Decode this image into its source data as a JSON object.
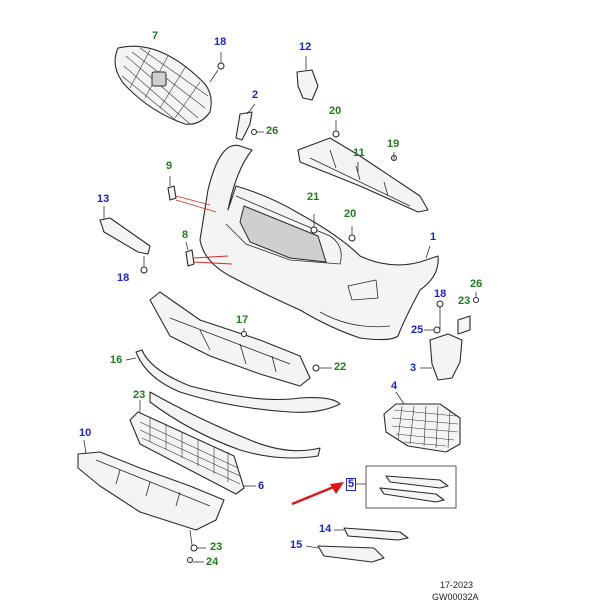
{
  "callouts": [
    {
      "id": "c7",
      "label": "7",
      "color": "green"
    },
    {
      "id": "c18a",
      "label": "18",
      "color": "blue"
    },
    {
      "id": "c12",
      "label": "12",
      "color": "blue"
    },
    {
      "id": "c2",
      "label": "2",
      "color": "blue"
    },
    {
      "id": "c26a",
      "label": "26",
      "color": "green"
    },
    {
      "id": "c20a",
      "label": "20",
      "color": "green"
    },
    {
      "id": "c11",
      "label": "11",
      "color": "green"
    },
    {
      "id": "c19",
      "label": "19",
      "color": "green"
    },
    {
      "id": "c9",
      "label": "9",
      "color": "green"
    },
    {
      "id": "c21",
      "label": "21",
      "color": "green"
    },
    {
      "id": "c20b",
      "label": "20",
      "color": "green"
    },
    {
      "id": "c13",
      "label": "13",
      "color": "blue"
    },
    {
      "id": "c8",
      "label": "8",
      "color": "green"
    },
    {
      "id": "c1",
      "label": "1",
      "color": "blue"
    },
    {
      "id": "c18b",
      "label": "18",
      "color": "blue"
    },
    {
      "id": "c26b",
      "label": "26",
      "color": "green"
    },
    {
      "id": "c18c",
      "label": "18",
      "color": "blue"
    },
    {
      "id": "c23a",
      "label": "23",
      "color": "green"
    },
    {
      "id": "c25",
      "label": "25",
      "color": "blue"
    },
    {
      "id": "c17",
      "label": "17",
      "color": "green"
    },
    {
      "id": "c3",
      "label": "3",
      "color": "blue"
    },
    {
      "id": "c16",
      "label": "16",
      "color": "green"
    },
    {
      "id": "c22",
      "label": "22",
      "color": "green"
    },
    {
      "id": "c4",
      "label": "4",
      "color": "blue"
    },
    {
      "id": "c23b",
      "label": "23",
      "color": "green"
    },
    {
      "id": "c10",
      "label": "10",
      "color": "blue"
    },
    {
      "id": "c5",
      "label": "5",
      "color": "blue"
    },
    {
      "id": "c6",
      "label": "6",
      "color": "blue"
    },
    {
      "id": "c14",
      "label": "14",
      "color": "blue"
    },
    {
      "id": "c15",
      "label": "15",
      "color": "blue"
    },
    {
      "id": "c23c",
      "label": "23",
      "color": "green"
    },
    {
      "id": "c24",
      "label": "24",
      "color": "green"
    }
  ],
  "caption": {
    "line1": "17-2023",
    "line2": "GW00032A"
  },
  "colors": {
    "blue_label": "#1a24c9",
    "green_label": "#1f7a1f",
    "pointer_arrow": "#e01414",
    "highlight_box": "#1a24c9"
  }
}
